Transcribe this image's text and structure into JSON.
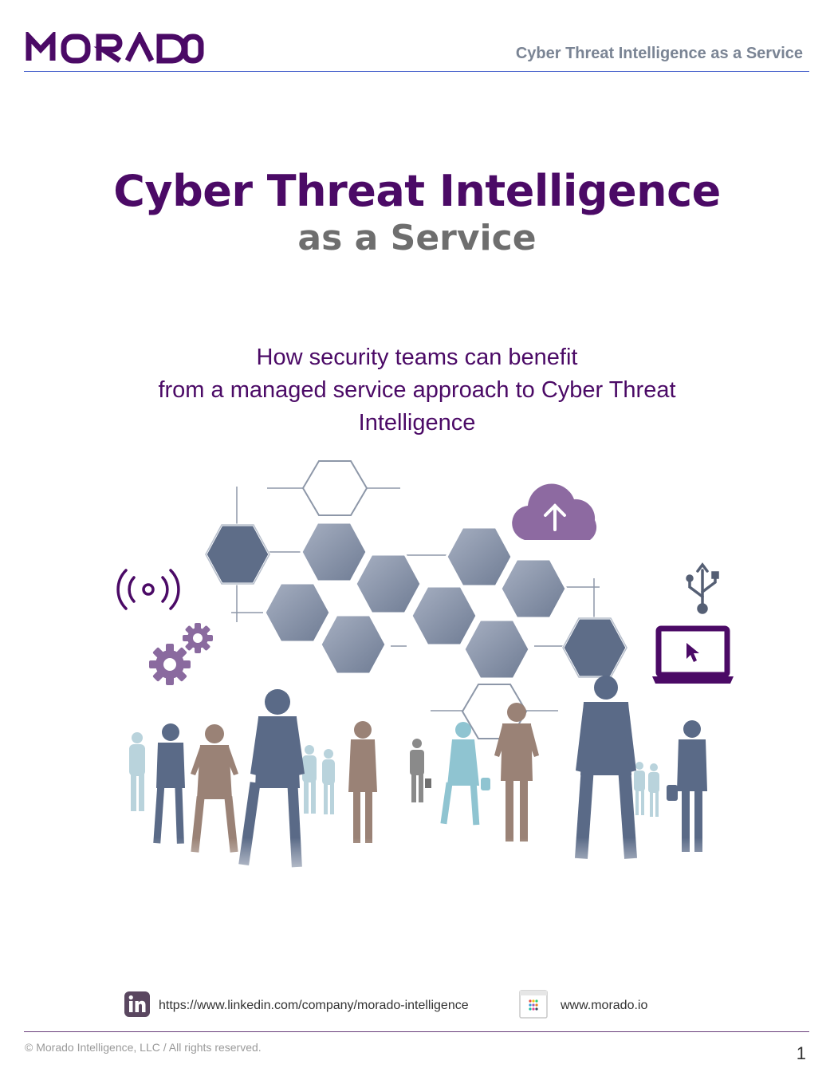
{
  "header": {
    "logo_text": "MORADO",
    "doc_title": "Cyber Threat Intelligence as a Service"
  },
  "cover": {
    "title_line1": "Cyber Threat Intelligence",
    "title_line2": "as a Service",
    "subtitle_line1": "How security teams can benefit",
    "subtitle_line2": "from a managed service approach to Cyber Threat",
    "subtitle_line3": "Intelligence"
  },
  "hero": {
    "icons": [
      "broadcast-icon",
      "gears-icon",
      "cloud-upload-icon",
      "usb-icon",
      "laptop-cursor-icon"
    ],
    "colors": {
      "hex_dark": "#5c6b85",
      "hex_light": "#8e9ab0",
      "accent_purple": "#7b5a8e",
      "deep_purple": "#4b0a66"
    }
  },
  "contacts": {
    "linkedin_url": "https://www.linkedin.com/company/morado-intelligence",
    "website": "www.morado.io"
  },
  "footer": {
    "copyright": "© Morado Intelligence, LLC / All rights reserved.",
    "page_number": "1"
  },
  "colors": {
    "brand_purple": "#4b0a66",
    "header_gray": "#7a8494",
    "header_rule": "#3a56c8"
  }
}
